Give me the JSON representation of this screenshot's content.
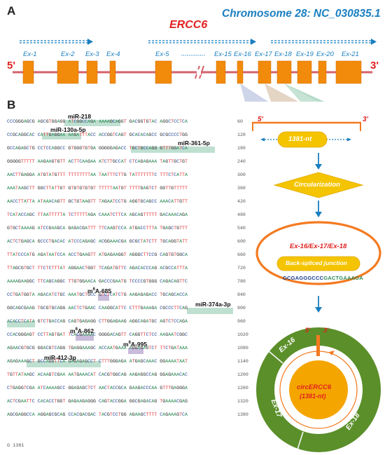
{
  "panel_a": {
    "label": "A",
    "chromosome": "Chromosome 28: NC_030835.1",
    "gene": "ERCC6",
    "end5": "5'",
    "end3": "3'",
    "exons": [
      "Ex-1",
      "Ex-2",
      "Ex-3",
      "Ex-4",
      "Ex-5",
      "Ex-15",
      "Ex-16",
      "Ex-17",
      "Ex-18",
      "Ex-19",
      "Ex-20",
      "Ex-21"
    ],
    "colors": {
      "exon": "#f28a0c",
      "intron": "#d3626b",
      "accent_blue": "#1a7fc1",
      "red": "#e02020"
    }
  },
  "panel_b": {
    "label": "B",
    "sequence": [
      {
        "seq": "CCCGGGAGCG AGCGTGGAGG ATCGGCCAGA AAAAGCAGGT GACGGTGTAC AGGCTCCTCA",
        "num": "60"
      },
      {
        "seq": "CCGCAGGCAC CATTGAGGAA AAGATTTACC ACCGGTCAGT GCACACAGCC GCGCCCCTGG",
        "num": "120"
      },
      {
        "seq": "GCCAGAGCTG CCTCCAGGCC GTGGGTGTGA GGGGGAGACC TGCTGCCAGG GTTTGGATCA",
        "num": "180"
      },
      {
        "seq": "GGGGGTTTTT AAGAAGTGTT ACTTCAAGAA ATCTTGCCAT CTCAGAGAAA TAGTTGCTGT",
        "num": "240"
      },
      {
        "seq": "AACTTGAGGA ATGTATGTTT TTTTTTTTAA TAATTTCTTG TATTTTTTTC TTTCTCATTA",
        "num": "300"
      },
      {
        "seq": "AAATAAGCTT GGCTTATTGT GTGTGTGTGT TTTTTAATGT TTTTGAGTCT GGTTGTTTTT",
        "num": "360"
      },
      {
        "seq": "AACCTTATTA ATAAACAGTT GCTGTAAGTT TAGAATCCTG AGGTGCAGCC AAACATTGTT",
        "num": "420"
      },
      {
        "seq": "TCATACCAGC TTAATTTTTA TCTTTTTAGA CAAATCTTCA AGCAGTTTTT GACAAACAGA",
        "num": "480"
      },
      {
        "seq": "GTGCTAAAAG ATCCGAAGCA GAGACGATTT TTCAAGTCCA ATGACCTTTA TGAGCTGTTT",
        "num": "540"
      },
      {
        "seq": "ACTCTGAGCA GCCCTGACAC ATCCCAGAGC ACGGAAACGA GCGCTATCTT TGCAGGTATT",
        "num": "600"
      },
      {
        "seq": "TTATCCCATG AGATAATCCA ACCTGAAGTT ATGAGAAGGT AGGGCTTCCG CAGTGTGGCA",
        "num": "660"
      },
      {
        "seq": "TTAGCGTGCT TTCTCTTTAT AGGAACTGGT TCAGATGTTC AGACACCCAG ACGCCATTTA",
        "num": "720"
      },
      {
        "seq": "AAAAGAAGGC TTCAGCAGGC TTGTGGAACA GACCCGAATG TCCCCGTGGG CAGACAGTTC",
        "num": "780"
      },
      {
        "seq": "CCTGATGGTA AGACATCTGC AAATGCTGCC GTCTCATCTG AAGAGAGACC TGCAGCACCA",
        "num": "840"
      },
      {
        "seq": "GGCAGCGAAG TGCGTGCAGG AACTCTGAAC CAAGGCATTC CTTTGAAAGA CGCCCTTCAG",
        "num": "900"
      },
      {
        "seq": "ACACCTCATA GTCTGACCAG CAGTGAGAGG CTTGGAGAAG AGGCAGATGC AGTCTCCAGA",
        "num": "960"
      },
      {
        "seq": "CCACGGGAGT CCTTAGTGAT TCACGAAAAC GGGGACAGTT CAGGTTCTCC AAGAATCGGC",
        "num": "1020"
      },
      {
        "seq": "AGAACGTGCG GGACGTCAGG TGAGGAAAGC ACCAATGAAA AGGAGAGTCT TTCTGATAAA",
        "num": "1080"
      },
      {
        "seq": "AGAGAAAGCT GCCAGGTTCA GAGAGAGCCT CTTTGGGAGA ATGAGCAAAC GGAAAATAAT",
        "num": "1140"
      },
      {
        "seq": "TGTTATAAGC ACAAGTCGAA AATGAAACAT CACGTGGCAG AAGAGGCCAG GGAGAAACAC",
        "num": "1200"
      },
      {
        "seq": "CTGAGGTCGA ATCAAAAGCC GGAGAGCTCT AACTACCGCA GAAGACCCAA GTTTGAGGGA",
        "num": "1260"
      },
      {
        "seq": "ACTCGAATTC CACACCTGGT GAGAAGAGGG CAGTACCGGA GGCGAGACAG TGAAAACGAG",
        "num": "1320"
      },
      {
        "seq": "AGCGAGGCCA AGGAGCGCAG CCACGACGAC TACGTCCTGG AGAAGCTTTT CAGAAAGTCA",
        "num": "1380"
      }
    ],
    "last": "G 1381",
    "mirnas": [
      "miR-218",
      "miR-130a-5p",
      "miR-361-5p",
      "miR-374a-3p",
      "miR-412-3p"
    ],
    "m6a": {
      "a685": {
        "sup": "6",
        "rest": "A-685"
      },
      "a862": {
        "sup": "6",
        "rest": "A-862"
      },
      "a995": {
        "sup": "6",
        "rest": "A-995"
      }
    }
  },
  "right": {
    "end5": "5'",
    "end3": "3'",
    "length": "1381-nt",
    "step": "Circularization",
    "exons": "Ex-16/Ex-17/Ex-18",
    "junction_label": "Back-spliced junction",
    "junction_seq": [
      "GCGAGGGCCC",
      "GACTGAAAGA"
    ],
    "circ_name": "circERCC6",
    "circ_len": "(1381-nt)",
    "ring_labels": [
      "Ex-16",
      "Ex-17",
      "Ex-18"
    ],
    "colors": {
      "ring": "#5b8f2a",
      "orange": "#f47a20",
      "yellow": "#f5c400"
    }
  }
}
